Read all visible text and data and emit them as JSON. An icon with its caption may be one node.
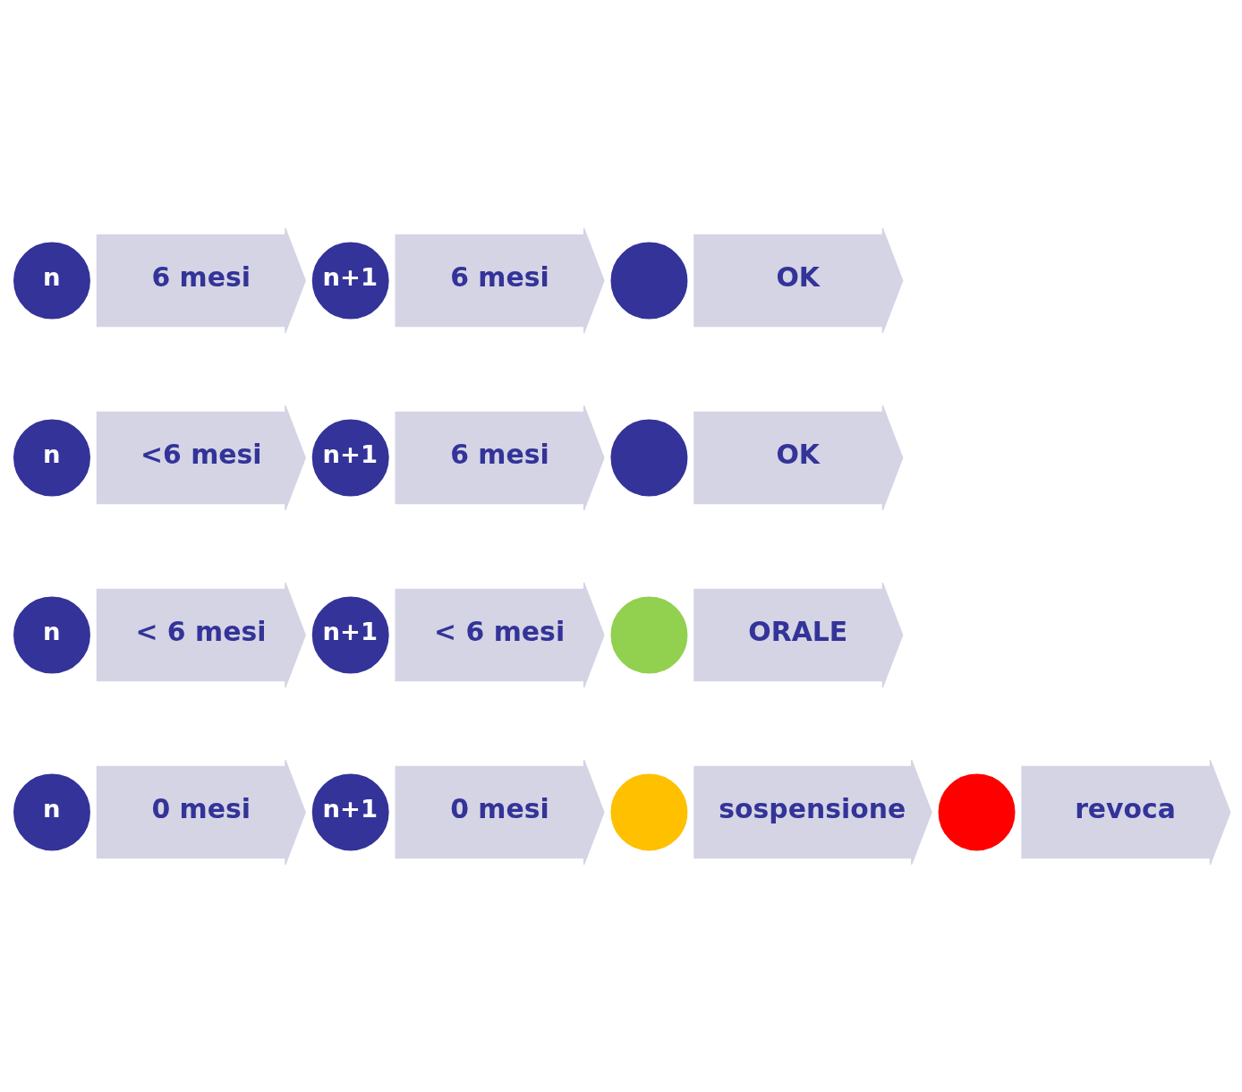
{
  "diagram": {
    "nodes": [
      {
        "text": [
          "n"
        ]
      },
      {
        "text": [
          "6 mesi"
        ]
      },
      {
        "text": [
          "n+1"
        ]
      },
      {
        "text": [
          "6 mesi"
        ]
      },
      {
        "text": [],
        "shape": "circle"
      },
      {
        "text": [
          "OK"
        ]
      },
      {
        "text": [
          "n"
        ]
      },
      {
        "text": [
          "<6 mesi"
        ]
      },
      {
        "text": [
          "n+1"
        ]
      },
      {
        "text": [
          "6 mesi"
        ]
      },
      {
        "text": [],
        "shape": "circle"
      },
      {
        "text": [
          "OK"
        ]
      },
      {
        "text": [
          "n"
        ]
      },
      {
        "text": [
          "< 6 mesi"
        ]
      },
      {
        "text": [
          "n+1"
        ]
      },
      {
        "text": [
          "< 6 mesi"
        ]
      },
      {
        "text": [],
        "shape": "circle"
      },
      {
        "text": [
          "ORALE"
        ]
      },
      {
        "text": [
          "n"
        ]
      },
      {
        "text": [
          "0 mesi"
        ]
      },
      {
        "text": [
          "n+1"
        ]
      },
      {
        "text": [
          "0 mesi"
        ]
      },
      {
        "text": [],
        "shape": "circle"
      },
      {
        "text": [
          "sospensione"
        ]
      },
      {
        "text": [],
        "shape": "circle"
      },
      {
        "text": [
          "revoca"
        ]
      }
    ]
  }
}
